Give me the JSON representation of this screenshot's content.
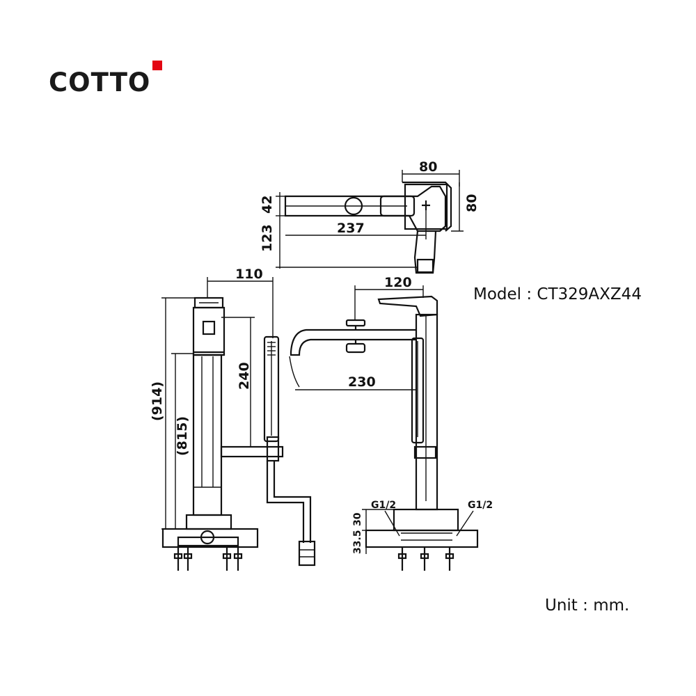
{
  "brand": {
    "logo_text": "COTTO",
    "accent_color": "#e30613"
  },
  "model_label": "Model : CT329AXZ44",
  "unit_label": "Unit : mm.",
  "dimensions": {
    "top_width": "80",
    "top_height_right": "80",
    "top_42": "42",
    "top_123": "123",
    "top_237": "237",
    "left_110": "110",
    "left_914": "(914)",
    "left_815": "(815)",
    "left_240": "240",
    "right_120": "120",
    "right_230": "230",
    "right_30": "30",
    "right_33_5": "33.5",
    "thread_left": "G1/2",
    "thread_right": "G1/2"
  }
}
